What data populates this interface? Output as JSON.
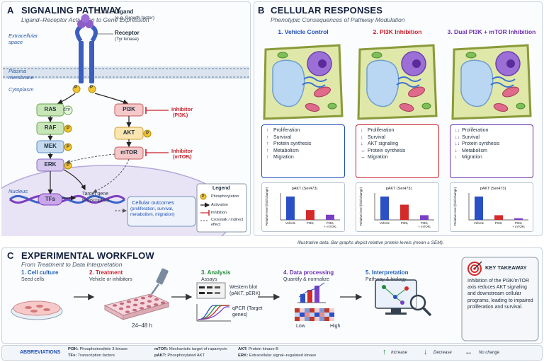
{
  "panel_a": {
    "letter": "A",
    "title": "SIGNALING PATHWAY",
    "subtitle": "Ligand–Receptor Activation to Gene Expression",
    "extracellular_label": "Extracellular space",
    "plasma_membrane_label": "Plasma membrane",
    "cytoplasm_label": "Cytoplasm",
    "nucleus_label": "Nucleus",
    "ligand_title": "Ligand",
    "ligand_sub": "(e.g, Growth factor)",
    "receptor_title": "Receptor",
    "receptor_sub": "(Tyr kinase)",
    "phospho_symbol": "P",
    "nodes": {
      "ras": "RAS",
      "gtp": "GTP",
      "raf": "RAF",
      "mek": "MEK",
      "erk": "ERK",
      "pi3k": "PI3K",
      "akt": "AKT",
      "mtor": "mTOR",
      "tfs": "TFs"
    },
    "inhibitor1": {
      "title": "Inhibitor",
      "sub": "(PI3Kᵢ)"
    },
    "inhibitor2": {
      "title": "Inhibitor",
      "sub": "(mTORᵢ)"
    },
    "target_gene": "Target gene transcription",
    "outcomes_title": "Cellular outcomes",
    "outcomes_text": "(proliferation, survival, metabolism, migration)",
    "legend": {
      "title": "Legend",
      "phosphorylation": "Phosphorylation",
      "activation": "Activation",
      "inhibition": "Inhibition",
      "crosstalk": "Crosstalk / indirect effect"
    }
  },
  "panel_b": {
    "letter": "B",
    "title": "CELLULAR RESPONSES",
    "subtitle": "Phenotypic Consequences of Pathway Modulation",
    "footnote": "Illustrative data. Bar graphs depict relative protein levels (mean ± SEM).",
    "columns": [
      {
        "title": "1. Vehicle Control",
        "color": "#1f4fb5",
        "responses": [
          {
            "arrow": "↑",
            "text": "Proliferation"
          },
          {
            "arrow": "↑",
            "text": "Survival"
          },
          {
            "arrow": "↑",
            "text": "Protein synthesis"
          },
          {
            "arrow": "↑",
            "text": "Metabolism"
          },
          {
            "arrow": "↑",
            "text": "Migration"
          }
        ]
      },
      {
        "title": "2. PI3K Inhibition",
        "color": "#c8202b",
        "responses": [
          {
            "arrow": "↓",
            "text": "Proliferation"
          },
          {
            "arrow": "↓",
            "text": "Survival"
          },
          {
            "arrow": "↓",
            "text": "AKT signaling"
          },
          {
            "arrow": "↔",
            "text": "Protein synthesis"
          },
          {
            "arrow": "↔",
            "text": "Migration"
          }
        ]
      },
      {
        "title": "3. Dual PI3K + mTOR Inhibition",
        "color": "#6a2fb0",
        "responses": [
          {
            "arrow": "↓↓",
            "text": "Proliferation"
          },
          {
            "arrow": "↓↓",
            "text": "Survival"
          },
          {
            "arrow": "↓↓",
            "text": "Protein synthesis"
          },
          {
            "arrow": "↓",
            "text": "Metabolism"
          },
          {
            "arrow": "↓",
            "text": "Migration"
          }
        ]
      }
    ]
  },
  "chart_data": [
    {
      "type": "bar",
      "title": "pAKT (Ser473)",
      "ylabel": "Relative level (fold change)",
      "categories": [
        "Vehicle",
        "PI3Kᵢ",
        "PI3Kᵢ + mTORᵢ"
      ],
      "values": [
        1.0,
        0.42,
        0.22
      ],
      "colors": [
        "#2b4fc4",
        "#d42a2a",
        "#7a3fc4"
      ],
      "ylim": [
        0,
        1.15
      ]
    },
    {
      "type": "bar",
      "title": "pAKT (Ser473)",
      "ylabel": "Relative level (fold change)",
      "categories": [
        "Vehicle",
        "PI3Kᵢ",
        "PI3Kᵢ + mTORᵢ"
      ],
      "values": [
        1.0,
        0.65,
        0.2
      ],
      "colors": [
        "#2b4fc4",
        "#d42a2a",
        "#7a3fc4"
      ],
      "ylim": [
        0,
        1.15
      ]
    },
    {
      "type": "bar",
      "title": "pAKT (Ser473)",
      "ylabel": "Relative level (fold change)",
      "categories": [
        "Vehicle",
        "PI3Kᵢ",
        "PI3Kᵢ + mTORᵢ"
      ],
      "values": [
        1.0,
        0.2,
        0.07
      ],
      "colors": [
        "#2b4fc4",
        "#d42a2a",
        "#7a3fc4"
      ],
      "ylim": [
        0,
        1.15
      ]
    }
  ],
  "panel_c": {
    "letter": "C",
    "title": "EXPERIMENTAL WORKFLOW",
    "subtitle": "From Treatment to Data Interpretation",
    "steps": [
      {
        "title": "1. Cell culture",
        "sub": "Seed cells",
        "color": "#1f5fb5"
      },
      {
        "title": "2. Treatment",
        "sub": "Vehicle or inhibitors",
        "color": "#c8202b"
      },
      {
        "title": "3. Analysis",
        "sub": "Assays",
        "color": "#1e8a3a"
      },
      {
        "title": "4. Data processing",
        "sub": "Quantify & normalize",
        "color": "#6a2fb0"
      },
      {
        "title": "5. Interpretation",
        "sub": "Pathway & biology",
        "color": "#1f5fb5"
      }
    ],
    "treatment_time": "24–48 h",
    "western_blot": "Western blot (pAKT, pERK)",
    "qpcr": "qPCR (Target genes)",
    "heat_low": "Low",
    "heat_high": "High",
    "takeaway_title": "KEY TAKEAWAY",
    "takeaway_text": "Inhibition of the PI3K/mTOR axis reduces AKT signaling and downstream cellular programs, leading to impaired proliferation and survival."
  },
  "abbreviations": {
    "title": "ABBREVIATIONS",
    "items": [
      {
        "key": "PI3K:",
        "val": "Phosphoinositide 3-kinase"
      },
      {
        "key": "TFs:",
        "val": "Transcription factors"
      },
      {
        "key": "mTOR:",
        "val": "Mechanistic target of rapamycin"
      },
      {
        "key": "pAKT:",
        "val": "Phosphorylated AKT"
      },
      {
        "key": "AKT:",
        "val": "Protein kinase B"
      },
      {
        "key": "ERK:",
        "val": "Extracellular signal–regulated kinase"
      }
    ],
    "increase": "Increase",
    "decrease": "Decrease",
    "no_change": "No change"
  }
}
